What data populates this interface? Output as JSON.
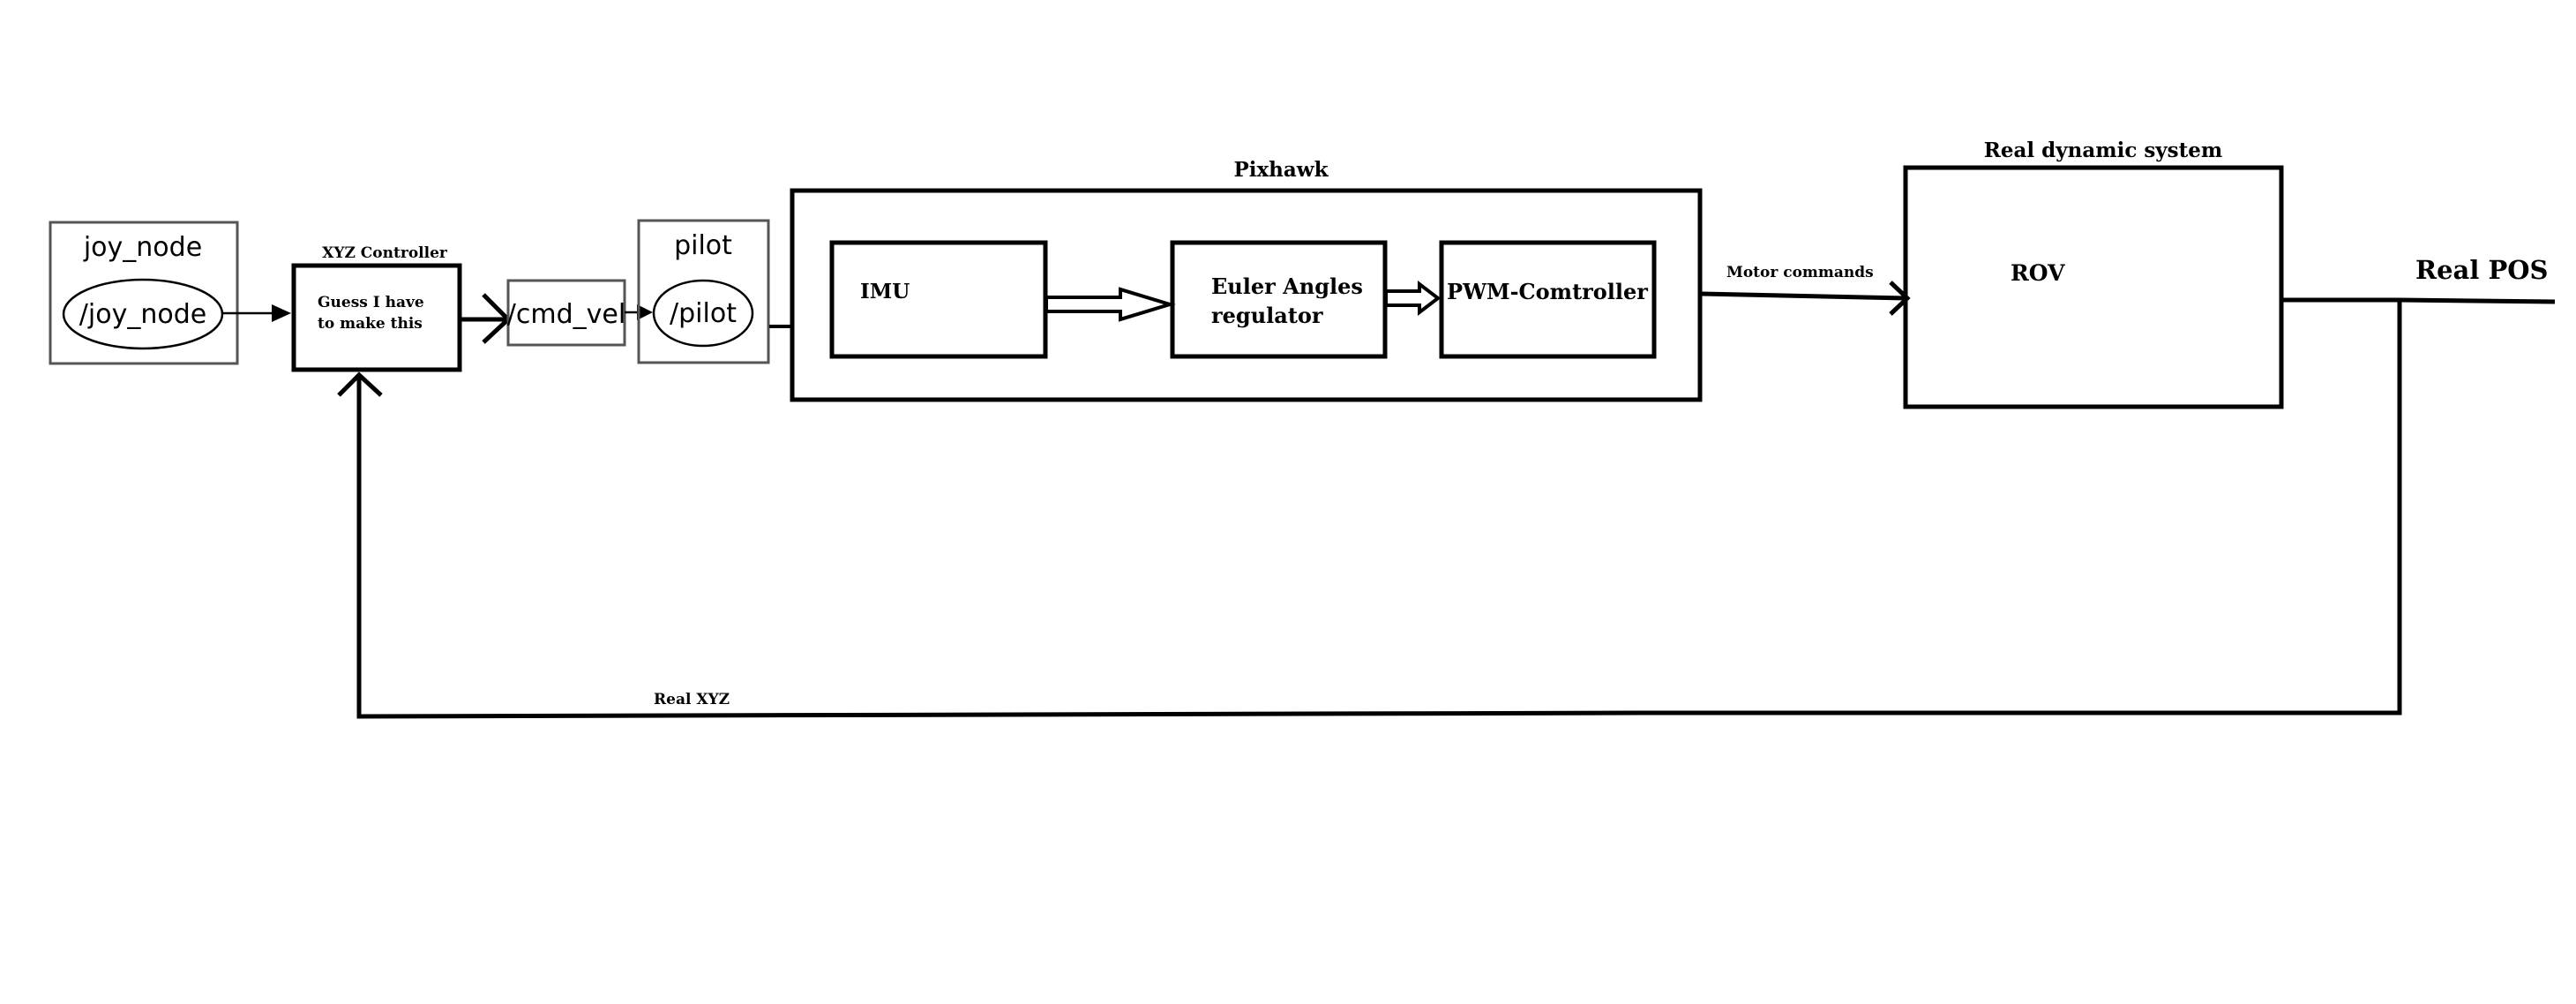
{
  "diagram": {
    "joy_node": {
      "title": "joy_node",
      "node": "/joy_node"
    },
    "xyz_controller": {
      "caption": "XYZ Controller",
      "line1": "Guess I have",
      "line2": "to make this"
    },
    "cmd_vel": {
      "label": "/cmd_vel"
    },
    "pilot": {
      "title": "pilot",
      "node": "/pilot"
    },
    "pixhawk": {
      "title": "Pixhawk",
      "imu": "IMU",
      "euler_line1": "Euler Angles",
      "euler_line2": "regulator",
      "pwm": "PWM-Comtroller"
    },
    "motor_commands": "Motor commands",
    "real_system": {
      "title": "Real dynamic system",
      "rov": "ROV"
    },
    "real_pos": "Real POS",
    "real_xyz": "Real XYZ",
    "colors": {
      "stroke": "#000000",
      "box_gray": "#555555",
      "background": "#ffffff"
    }
  }
}
